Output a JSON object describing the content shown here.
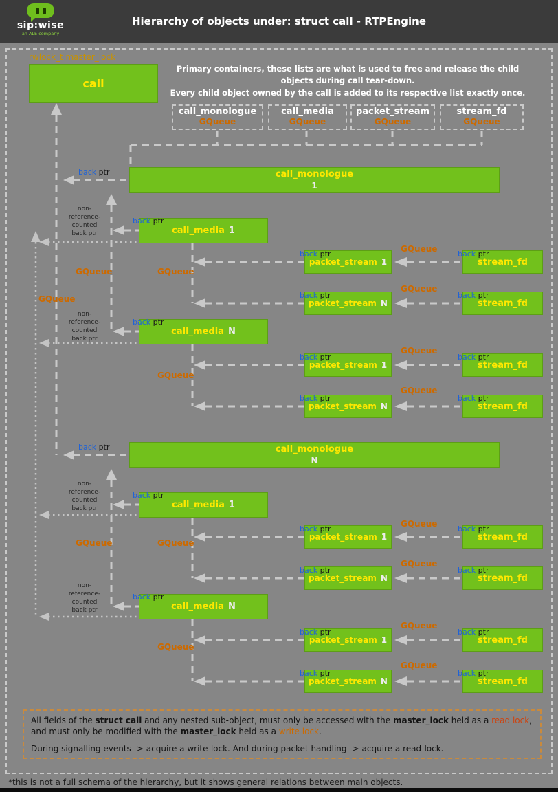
{
  "header": {
    "title": "Hierarchy of objects under: struct call - RTPEngine",
    "logo": {
      "brand": "sip:wise",
      "tagline": "an ALE company"
    }
  },
  "master_lock_label": "rwlock_t master_lock",
  "intro": {
    "line1": "Primary containers, these lists are what is used to free and release the child objects during call tear-down.",
    "line2": "Every child object owned by the call is added to its respective list exactly once."
  },
  "containers": [
    {
      "name": "call_monologue",
      "type": "GQueue"
    },
    {
      "name": "call_media",
      "type": "GQueue"
    },
    {
      "name": "packet_stream",
      "type": "GQueue"
    },
    {
      "name": "stream_fd",
      "type": "GQueue"
    }
  ],
  "boxes": {
    "call": "call",
    "monologue": "call_monologue",
    "media": "call_media",
    "packet_stream": "packet_stream",
    "stream_fd": "stream_fd",
    "one": "1",
    "n": "N"
  },
  "labels": {
    "back": "back",
    "ptr": "ptr",
    "gqueue": "GQueue",
    "non_ref": "non-\nreference-\ncounted\nback ptr"
  },
  "legend": {
    "l1a": "All fields of the ",
    "l1b": "struct call",
    "l1c": " and any nested sub-object, must only be accessed with the ",
    "l1d": "master_lock",
    "l1e": " held as a ",
    "l1f": "read lock",
    "l1g": ",",
    "l2a": "and must only be modified with the ",
    "l2b": "master_lock",
    "l2c": " held as a ",
    "l2d": "write lock",
    "l2e": ".",
    "l3": "During signalling events -> acquire a write-lock. And during packet handling -> acquire a read-lock."
  },
  "footnote": "*this is not a full schema of the hierarchy, but it shows general relations between main objects.",
  "colors": {
    "green": "#72c11c",
    "yellow": "#ffe800",
    "num": "#ececec",
    "orange": "#cc6a00",
    "blue": "#2063d6",
    "red_lock": "#cc4411",
    "line": "#c9c9c9",
    "bg": "#868686",
    "header_bg": "#3b3b3b",
    "legend_border": "#c98a3d"
  }
}
